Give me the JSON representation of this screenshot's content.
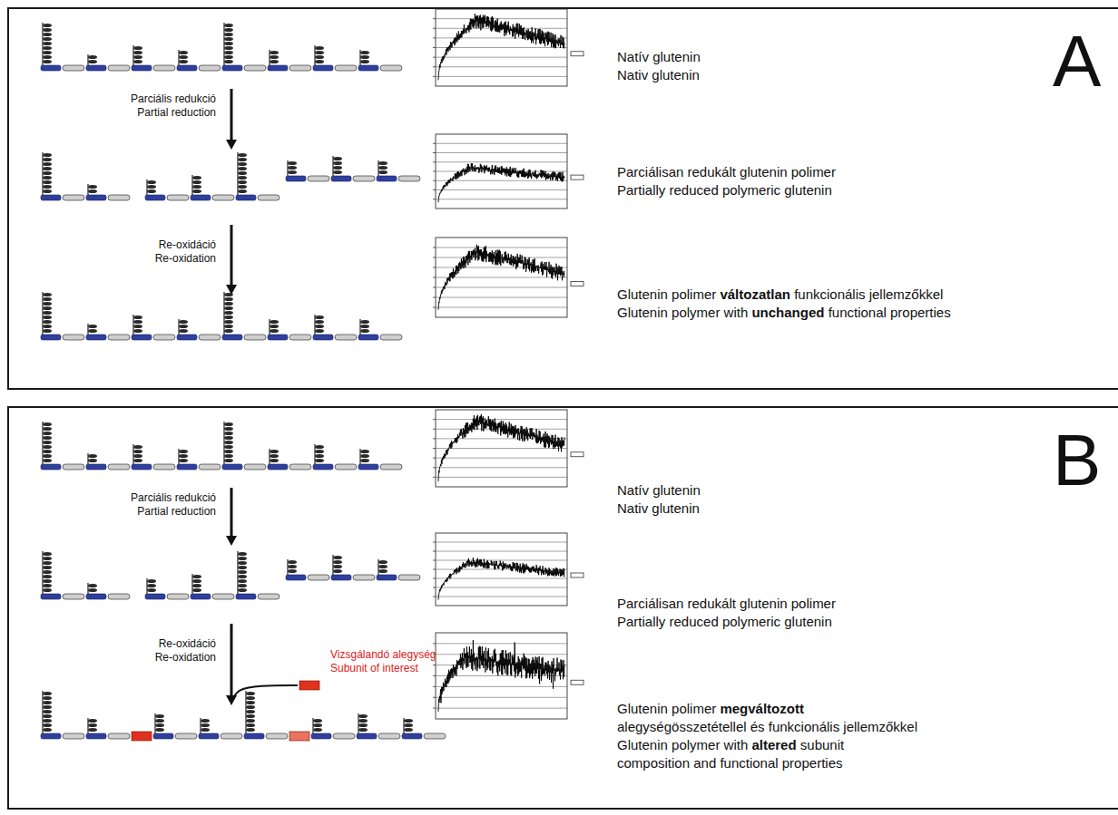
{
  "diagram": {
    "nodes": [
      {
        "text": [
          "A"
        ]
      },
      {
        "text": [
          "B"
        ]
      }
    ],
    "labels": [
      "Parciális redukció",
      "Partial reduction",
      "Re-oxidáció",
      "Re-oxidation",
      "Natív glutenin",
      "Nativ glutenin",
      "Parciálisan redukált glutenin polimer",
      "Partially reduced polymeric glutenin",
      "Glutenin polimer",
      "változatlan",
      "funkcionális jellemzőkkel",
      "Glutenin polymer with",
      "unchanged",
      "functional properties",
      "Parciális redukció",
      "Partial reduction",
      "Re-oxidáció",
      "Re-oxidation",
      "Vizsgálandó alegység",
      "Subunit of interest",
      "Natív glutenin",
      "Nativ glutenin",
      "Parciálisan redukált glutenin polimer",
      "Partially reduced polymeric glutenin",
      "Glutenin polimer",
      "megváltozott",
      "alegységösszetétellel és funkcionális jellemzőkkel",
      "Glutenin polymer with",
      "altered",
      "subunit composition and functional properties"
    ]
  }
}
